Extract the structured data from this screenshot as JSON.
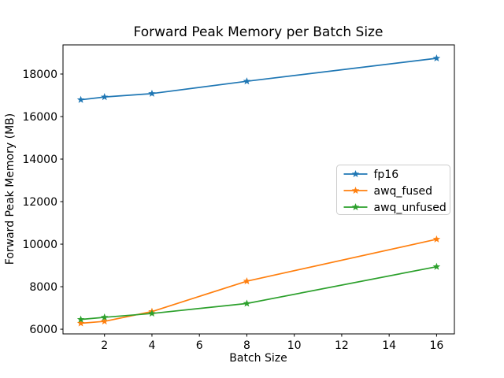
{
  "chart_data": {
    "type": "line",
    "title": "Forward Peak Memory per Batch Size",
    "xlabel": "Batch Size",
    "ylabel": "Forward Peak Memory (MB)",
    "x": [
      1,
      2,
      4,
      8,
      16
    ],
    "series": [
      {
        "name": "fp16",
        "color": "#1f77b4",
        "values": [
          16790,
          16920,
          17080,
          17660,
          18740
        ]
      },
      {
        "name": "awq_fused",
        "color": "#ff7f0e",
        "values": [
          6280,
          6370,
          6830,
          8260,
          10230
        ]
      },
      {
        "name": "awq_unfused",
        "color": "#2ca02c",
        "values": [
          6460,
          6560,
          6740,
          7210,
          8940
        ]
      }
    ],
    "xlim": [
      0.25,
      16.75
    ],
    "ylim": [
      5780,
      19370
    ],
    "xticks": [
      2,
      4,
      6,
      8,
      10,
      12,
      14,
      16
    ],
    "yticks": [
      6000,
      8000,
      10000,
      12000,
      14000,
      16000,
      18000
    ],
    "marker": "star",
    "grid": false,
    "legend_position": "center-right",
    "axis_color": "#000000",
    "background_color": "#ffffff",
    "legend_border_color": "#cccccc"
  }
}
